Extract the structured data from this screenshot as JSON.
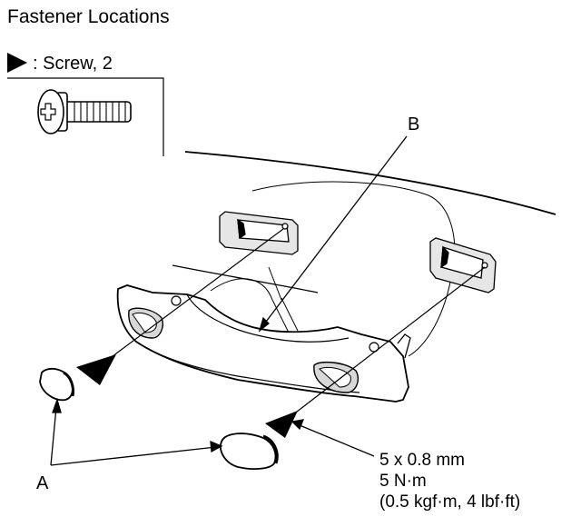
{
  "title": "Fastener Locations",
  "legend": {
    "text": ": Screw, 2",
    "symbol": "triangle-pointer-icon"
  },
  "labels": {
    "a": "A",
    "b": "B"
  },
  "spec": {
    "line1": "5 x 0.8 mm",
    "line2": "5 N·m",
    "line3": "(0.5 kgf·m, 4 lbf·ft)"
  },
  "colors": {
    "ink": "#000000",
    "paper": "#ffffff",
    "shade": "#d8d8d8"
  }
}
